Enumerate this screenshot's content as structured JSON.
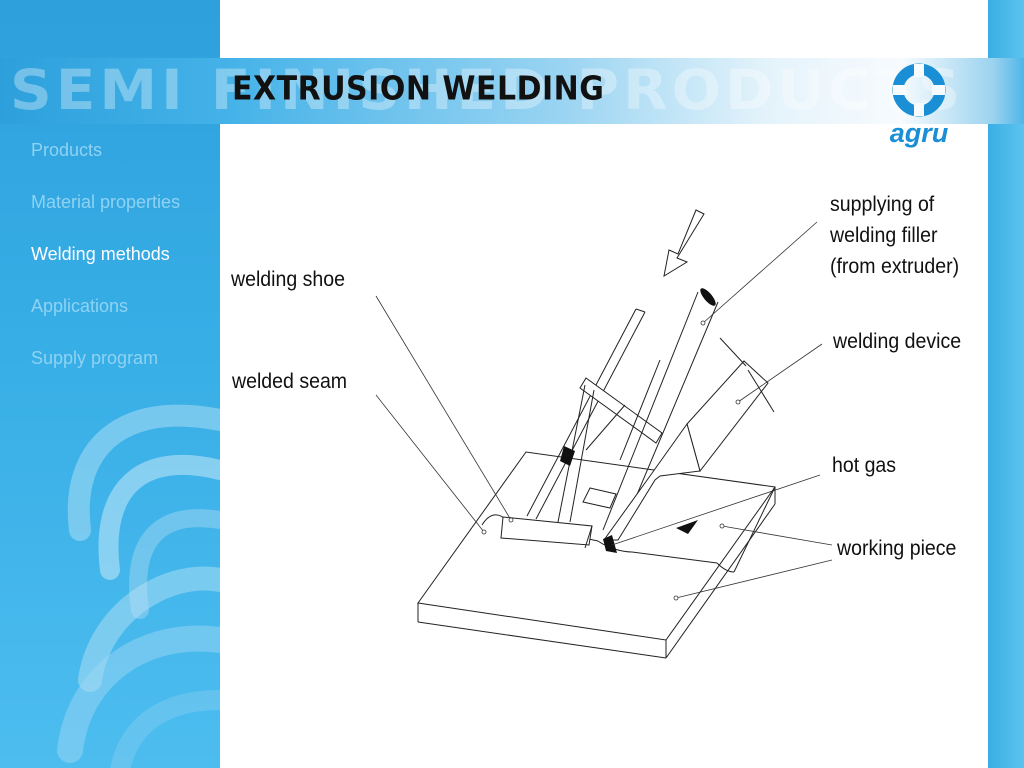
{
  "header": {
    "banner_watermark": "SEMI FINISHED PRODUCTS",
    "title": "EXTRUSION WELDING",
    "logo_text": "agru",
    "logo_icon": "agru-ring-logo-icon"
  },
  "sidebar": {
    "items": [
      {
        "label": "Products",
        "active": false
      },
      {
        "label": "Material properties",
        "active": false
      },
      {
        "label": "Welding methods",
        "active": true
      },
      {
        "label": "Applications",
        "active": false
      },
      {
        "label": "Supply program",
        "active": false
      }
    ]
  },
  "diagram": {
    "labels": {
      "welding_shoe": "welding shoe",
      "welded_seam": "welded seam",
      "supplying_filler": [
        "supplying of",
        "welding filler",
        "(from extruder)"
      ],
      "welding_device": "welding device",
      "hot_gas": "hot gas",
      "working_piece": "working piece"
    }
  },
  "colors": {
    "sidebar_blue": "#2ea0dc",
    "nav_inactive": "#8fd2f3",
    "nav_active": "#ffffff",
    "logo_blue": "#1a8fd6"
  }
}
